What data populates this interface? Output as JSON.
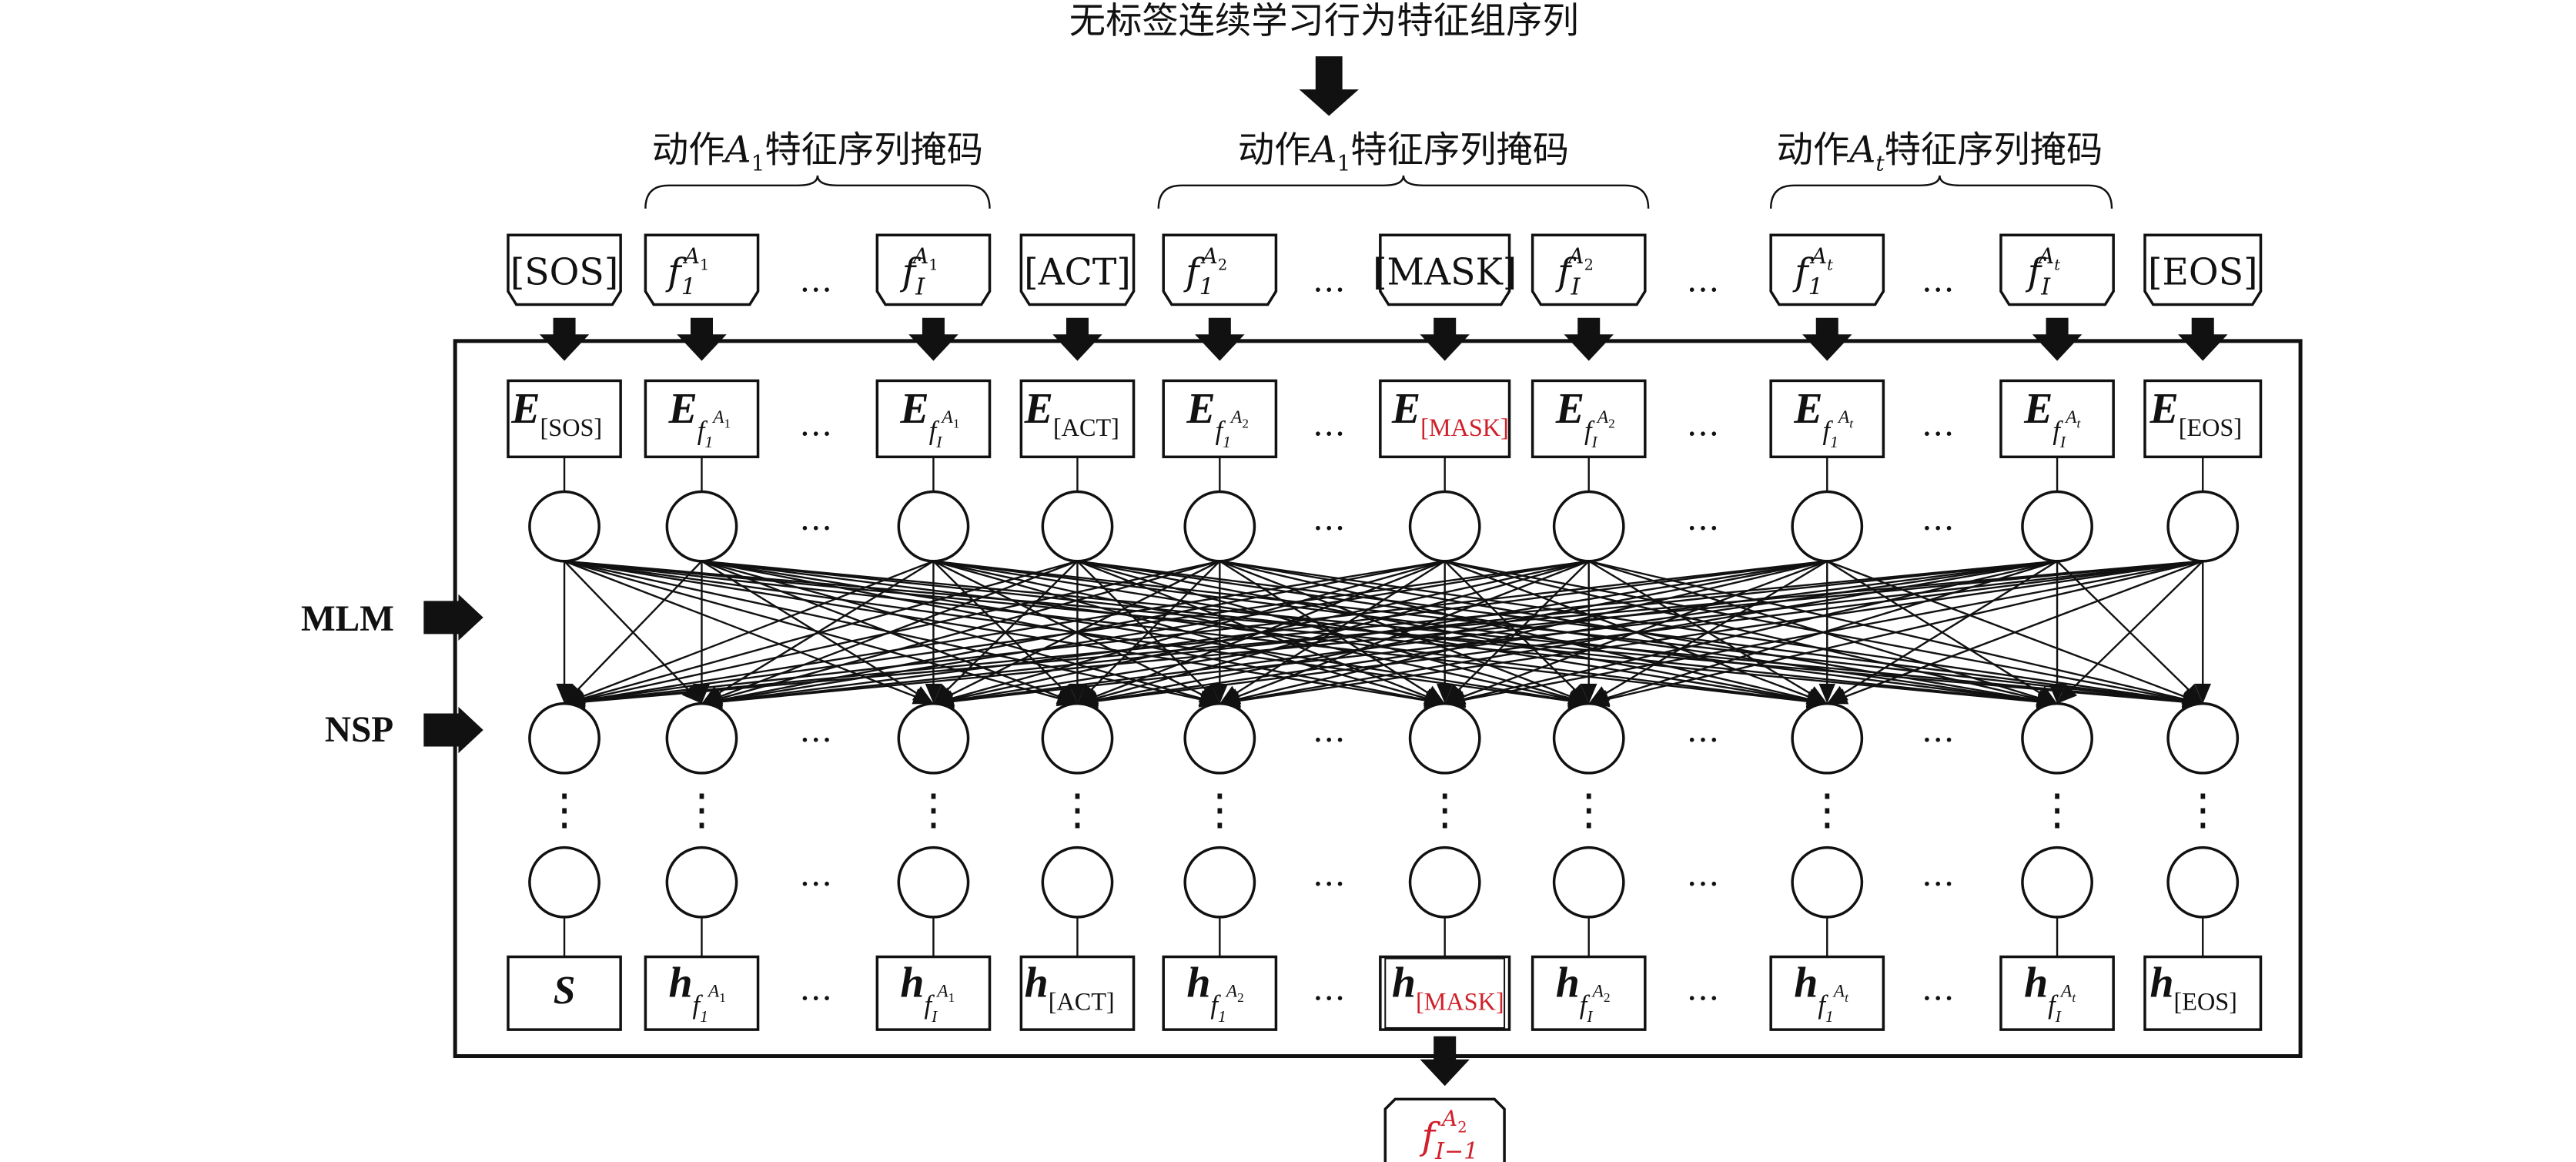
{
  "title": "无标签连续学习行为特征组序列",
  "mask_groups": [
    {
      "prefix": "动作",
      "A": "A",
      "sub": "1",
      "suffix": "特征序列掩码"
    },
    {
      "prefix": "动作",
      "A": "A",
      "sub": "1",
      "suffix": "特征序列掩码"
    },
    {
      "prefix": "动作",
      "A": "A",
      "sub": "t",
      "suffix": "特征序列掩码"
    }
  ],
  "side_labels": {
    "mlm": "MLM",
    "nsp": "NSP"
  },
  "ellipsis": "…",
  "vdots": "⋮",
  "tokens": [
    {
      "kind": "text",
      "text": "[SOS]"
    },
    {
      "kind": "f",
      "fsub": "1",
      "asub": "1"
    },
    {
      "kind": "f",
      "fsub": "I",
      "asub": "1"
    },
    {
      "kind": "text",
      "text": "[ACT]"
    },
    {
      "kind": "f",
      "fsub": "1",
      "asub": "2"
    },
    {
      "kind": "text",
      "text": "[MASK]"
    },
    {
      "kind": "f",
      "fsub": "I",
      "asub": "2"
    },
    {
      "kind": "f",
      "fsub": "1",
      "asub": "t"
    },
    {
      "kind": "f",
      "fsub": "I",
      "asub": "t"
    },
    {
      "kind": "text",
      "text": "[EOS]"
    }
  ],
  "embeddings": {
    "main": "E",
    "items": [
      {
        "sub": "[SOS]"
      },
      {
        "fsub": "1",
        "asub": "1"
      },
      {
        "fsub": "I",
        "asub": "1"
      },
      {
        "sub": "[ACT]"
      },
      {
        "fsub": "1",
        "asub": "2"
      },
      {
        "sub": "[MASK]",
        "highlight": true
      },
      {
        "fsub": "I",
        "asub": "2"
      },
      {
        "fsub": "1",
        "asub": "t"
      },
      {
        "fsub": "I",
        "asub": "t"
      },
      {
        "sub": "[EOS]"
      }
    ]
  },
  "hidden": {
    "main": "h",
    "items": [
      {
        "plain": "S"
      },
      {
        "fsub": "1",
        "asub": "1"
      },
      {
        "fsub": "I",
        "asub": "1"
      },
      {
        "sub": "[ACT]"
      },
      {
        "fsub": "1",
        "asub": "2"
      },
      {
        "sub": "[MASK]",
        "highlight": true
      },
      {
        "fsub": "I",
        "asub": "2"
      },
      {
        "fsub": "1",
        "asub": "t"
      },
      {
        "fsub": "I",
        "asub": "t"
      },
      {
        "sub": "[EOS]"
      }
    ]
  },
  "output": {
    "f": "f",
    "fsub": "I−1",
    "A": "A",
    "asub": "2"
  },
  "colors": {
    "highlight": "#d0202a",
    "line": "#111111"
  }
}
